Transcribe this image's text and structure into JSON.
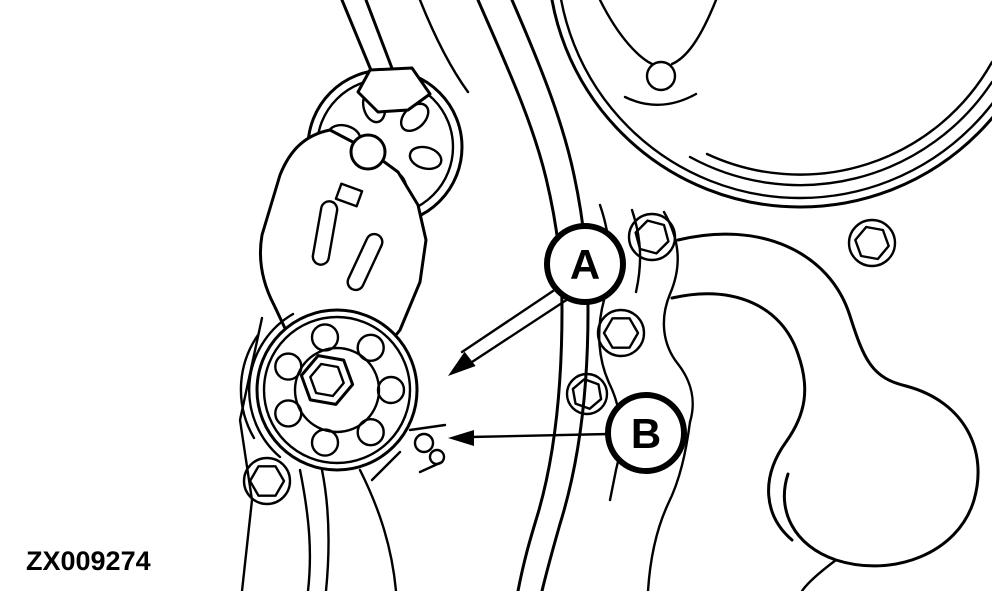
{
  "figure": {
    "code": "ZX009274",
    "callouts": [
      {
        "id": "A",
        "label": "A"
      },
      {
        "id": "B",
        "label": "B"
      }
    ],
    "colors": {
      "ink": "#000000",
      "background": "#ffffff"
    }
  }
}
